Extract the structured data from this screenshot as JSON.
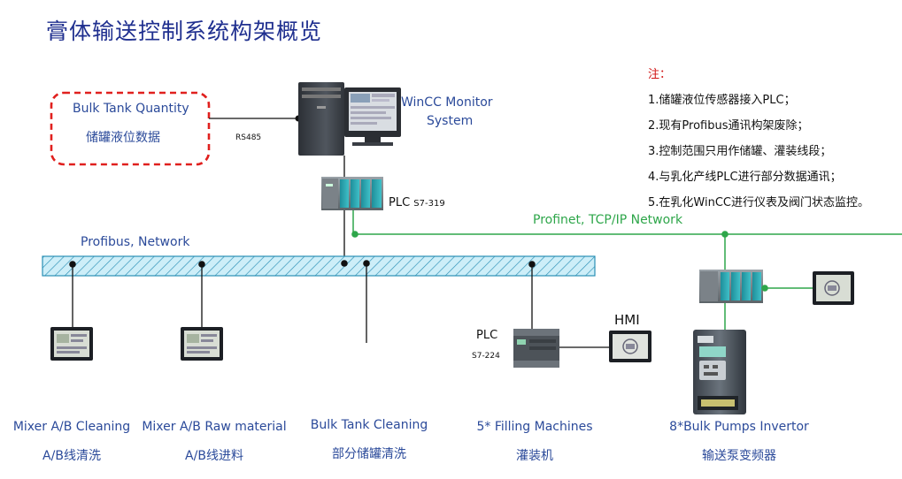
{
  "title": "膏体输送控制系统构架概览",
  "tank_box": {
    "line1": "Bulk Tank Quantity",
    "line2": "储罐液位数据"
  },
  "rs485": "RS485",
  "wincc": {
    "line1": "WinCC Monitor",
    "line2": "System"
  },
  "plc319": {
    "prefix": "PLC ",
    "model": "S7-319"
  },
  "profinet": "Profinet, TCP/IP Network",
  "profibus": "Profibus, Network",
  "plc224": {
    "label": "PLC",
    "model": "S7-224"
  },
  "hmi": "HMI",
  "notes": {
    "head": "注：",
    "items": [
      "1.储罐液位传感器接入PLC；",
      "2.现有Profibus通讯构架废除；",
      "3.控制范围只用作储罐、灌装线段；",
      "4.与乳化产线PLC进行部分数据通讯；",
      "5.在乳化WinCC进行仪表及阀门状态监控。"
    ]
  },
  "captions": [
    {
      "en": "Mixer A/B Cleaning",
      "zh": "A/B线清洗"
    },
    {
      "en": "Mixer A/B Raw material",
      "zh": "A/B线进料"
    },
    {
      "en": "Bulk Tank Cleaning",
      "zh": "部分储罐清洗"
    },
    {
      "en": "5* Filling Machines",
      "zh": "灌装机"
    },
    {
      "en": "8*Bulk Pumps Invertor",
      "zh": "输送泵变频器"
    }
  ],
  "colors": {
    "title": "#1f2f8f",
    "label": "#2b4a9a",
    "network": "#2ea64a",
    "note_head": "#d01010",
    "dashed_box": "#e0201e",
    "bus_fill": "#c9eef8"
  }
}
